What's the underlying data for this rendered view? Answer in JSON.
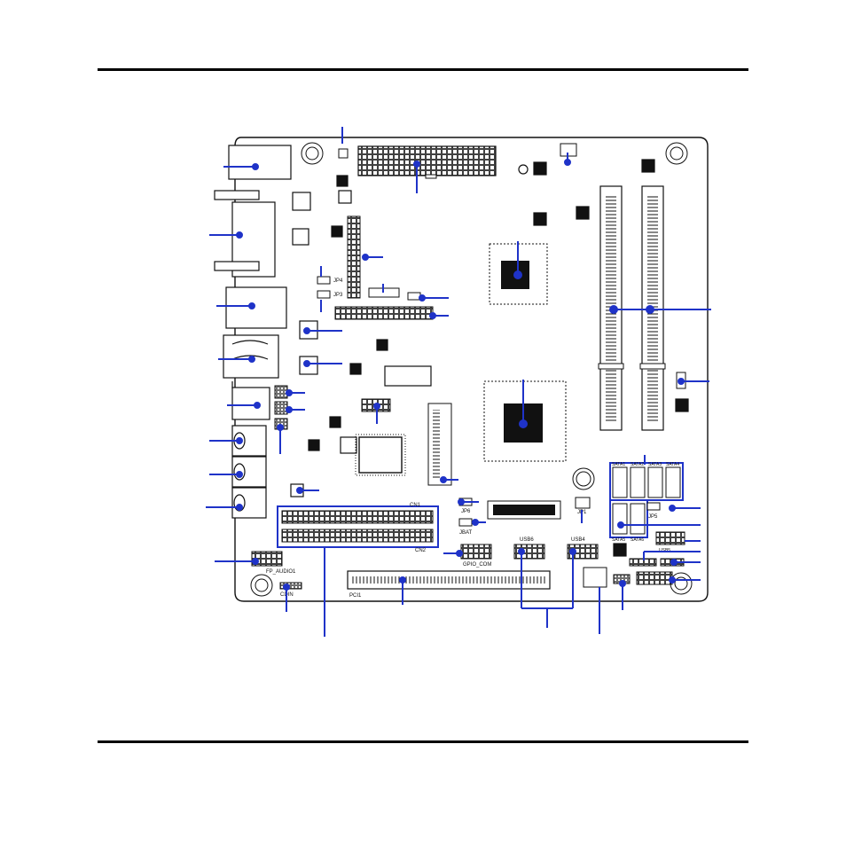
{
  "labels": {
    "jp4": "JP4",
    "jp3": "JP3",
    "jp6": "JP6",
    "jbat": "JBAT",
    "jp1": "JP1",
    "jp5": "JP5",
    "cn1": "CN1",
    "cn2": "CN2",
    "gpio_com": "GPIO_COM",
    "usb6": "USB6",
    "usb4": "USB4",
    "fp_audio1": "FP_AUDIO1",
    "cdin": "CDIN",
    "pci1": "PCI1",
    "usb5": "USB5",
    "sata1": "SATA1",
    "sata2": "SATA2",
    "sata3": "SATA3",
    "sata4": "SATA4",
    "sata5": "SATA5",
    "sata6": "SATA6"
  },
  "footer": {
    "page_number": ""
  },
  "colors": {
    "callout": "#1f33c8",
    "outline": "#111111"
  }
}
